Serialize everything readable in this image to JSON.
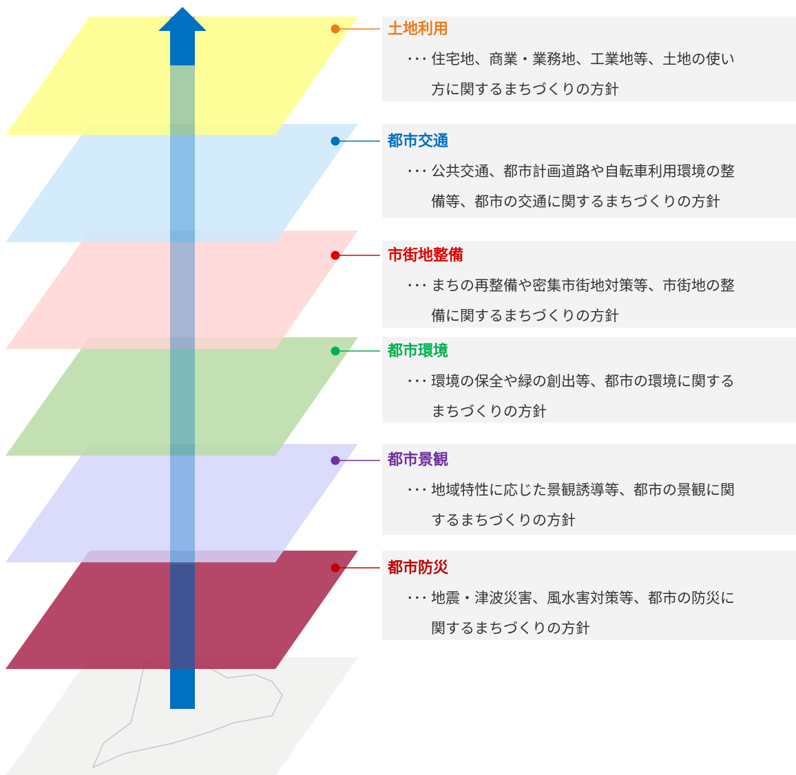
{
  "layers": [
    {
      "title": "土地利用",
      "line1": "住宅地、商業・業務地、工業地等、土地の使い",
      "line2": "方に関するまちづくりの方針",
      "color": "#f07a1a",
      "fill": "#ffff88"
    },
    {
      "title": "都市交通",
      "line1": "公共交通、都市計画道路や自転車利用環境の整",
      "line2": "備等、都市の交通に関するまちづくりの方針",
      "color": "#0070c0",
      "fill": "#cce8fb"
    },
    {
      "title": "市街地整備",
      "line1": "まちの再整備や密集市街地対策等、市街地の整",
      "line2": "備に関するまちづくりの方針",
      "color": "#e00000",
      "fill": "#ffd5d5"
    },
    {
      "title": "都市環境",
      "line1": "環境の保全や緑の創出等、都市の環境に関する",
      "line2": "まちづくりの方針",
      "color": "#00b050",
      "fill": "#b8dba6"
    },
    {
      "title": "都市景観",
      "line1": "地域特性に応じた景観誘導等、都市の景観に関",
      "line2": "するまちづくりの方針",
      "color": "#7030a0",
      "fill": "#d5d5fb"
    },
    {
      "title": "都市防災",
      "line1": "地震・津波災害、風水害対策等、都市の防災に",
      "line2": "関するまちづくりの方針",
      "color": "#c00000",
      "fill": "#a8284f"
    }
  ],
  "prefix": "･･･",
  "arrow_color": "#0070c0",
  "base_fill": "#f2f2f0"
}
